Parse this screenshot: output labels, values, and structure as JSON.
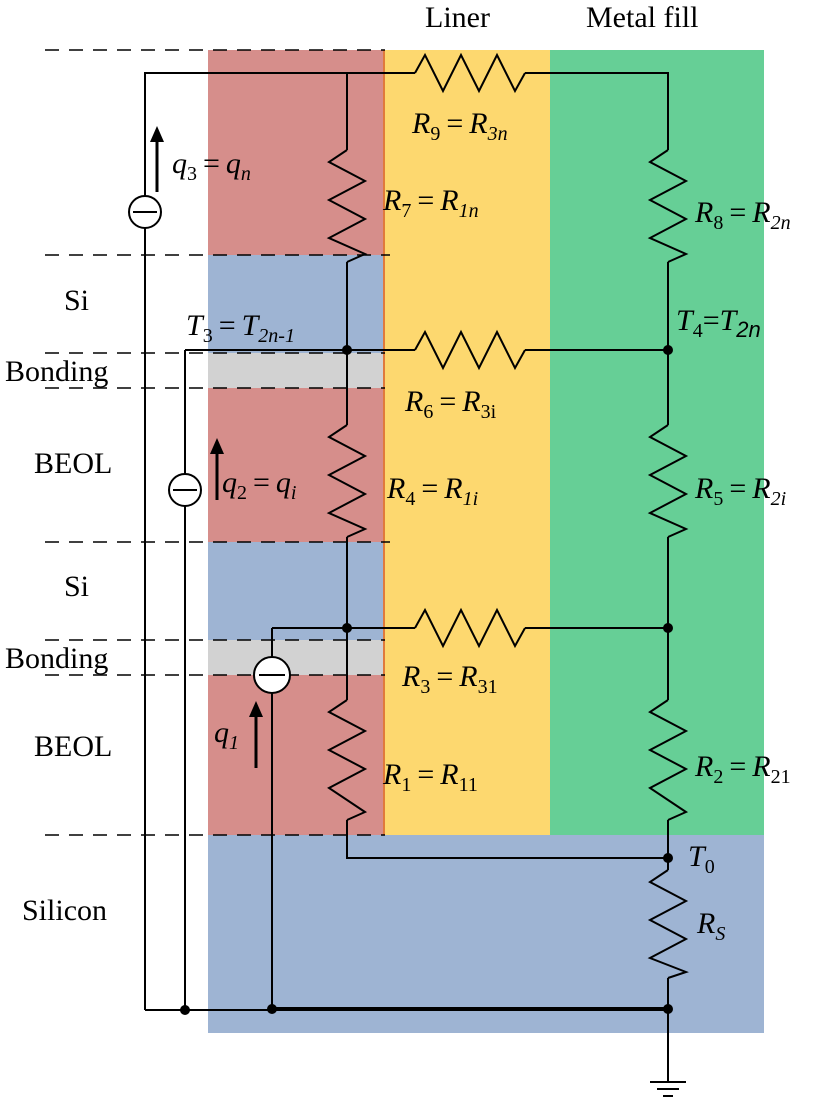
{
  "headers": {
    "liner": "Liner",
    "metal_fill": "Metal fill"
  },
  "layers": {
    "si_upper": "Si",
    "bonding_upper": "Bonding",
    "beol_upper": "BEOL",
    "si_lower": "Si",
    "bonding_lower": "Bonding",
    "beol_lower": "BEOL",
    "silicon": "Silicon"
  },
  "colors": {
    "beol_red": "#d68e8b",
    "si_blue": "#9eb4d3",
    "bonding_gray": "#d2d2d2",
    "liner_yellow": "#fdd86f",
    "metal_green": "#66cf96",
    "orange_edge": "#e07a3c"
  },
  "resistors": {
    "r9": {
      "a": "R",
      "a_sub": "9",
      "b": "R",
      "b_sub": "3n"
    },
    "r7": {
      "a": "R",
      "a_sub": "7",
      "b": "R",
      "b_sub": "1n"
    },
    "r8": {
      "a": "R",
      "a_sub": "8",
      "b": "R",
      "b_sub": "2n"
    },
    "r6": {
      "a": "R",
      "a_sub": "6",
      "b": "R",
      "b_sub": "3i"
    },
    "r4": {
      "a": "R",
      "a_sub": "4",
      "b": "R",
      "b_sub": "1i"
    },
    "r5": {
      "a": "R",
      "a_sub": "5",
      "b": "R",
      "b_sub": "2i"
    },
    "r3": {
      "a": "R",
      "a_sub": "3",
      "b": "R",
      "b_sub": "31"
    },
    "r1": {
      "a": "R",
      "a_sub": "1",
      "b": "R",
      "b_sub": "11"
    },
    "r2": {
      "a": "R",
      "a_sub": "2",
      "b": "R",
      "b_sub": "21"
    },
    "rs": {
      "a": "R",
      "a_sub": "S"
    }
  },
  "nodes": {
    "t3": {
      "a": "T",
      "a_sub": "3",
      "b": "T",
      "b_sub": "2n-1"
    },
    "t4": {
      "a": "T",
      "a_sub": "4",
      "b": "T",
      "b_sub": "2n"
    },
    "t0": {
      "a": "T",
      "a_sub": "0"
    }
  },
  "sources": {
    "q3": {
      "a": "q",
      "a_sub": "3",
      "b": "q",
      "b_sub": "n"
    },
    "q2": {
      "a": "q",
      "a_sub": "2",
      "b": "q",
      "b_sub": "i"
    },
    "q1": {
      "a": "q",
      "a_sub": "1"
    }
  },
  "symbols": {
    "equals": "=",
    "ground_icon": "ground-icon"
  }
}
